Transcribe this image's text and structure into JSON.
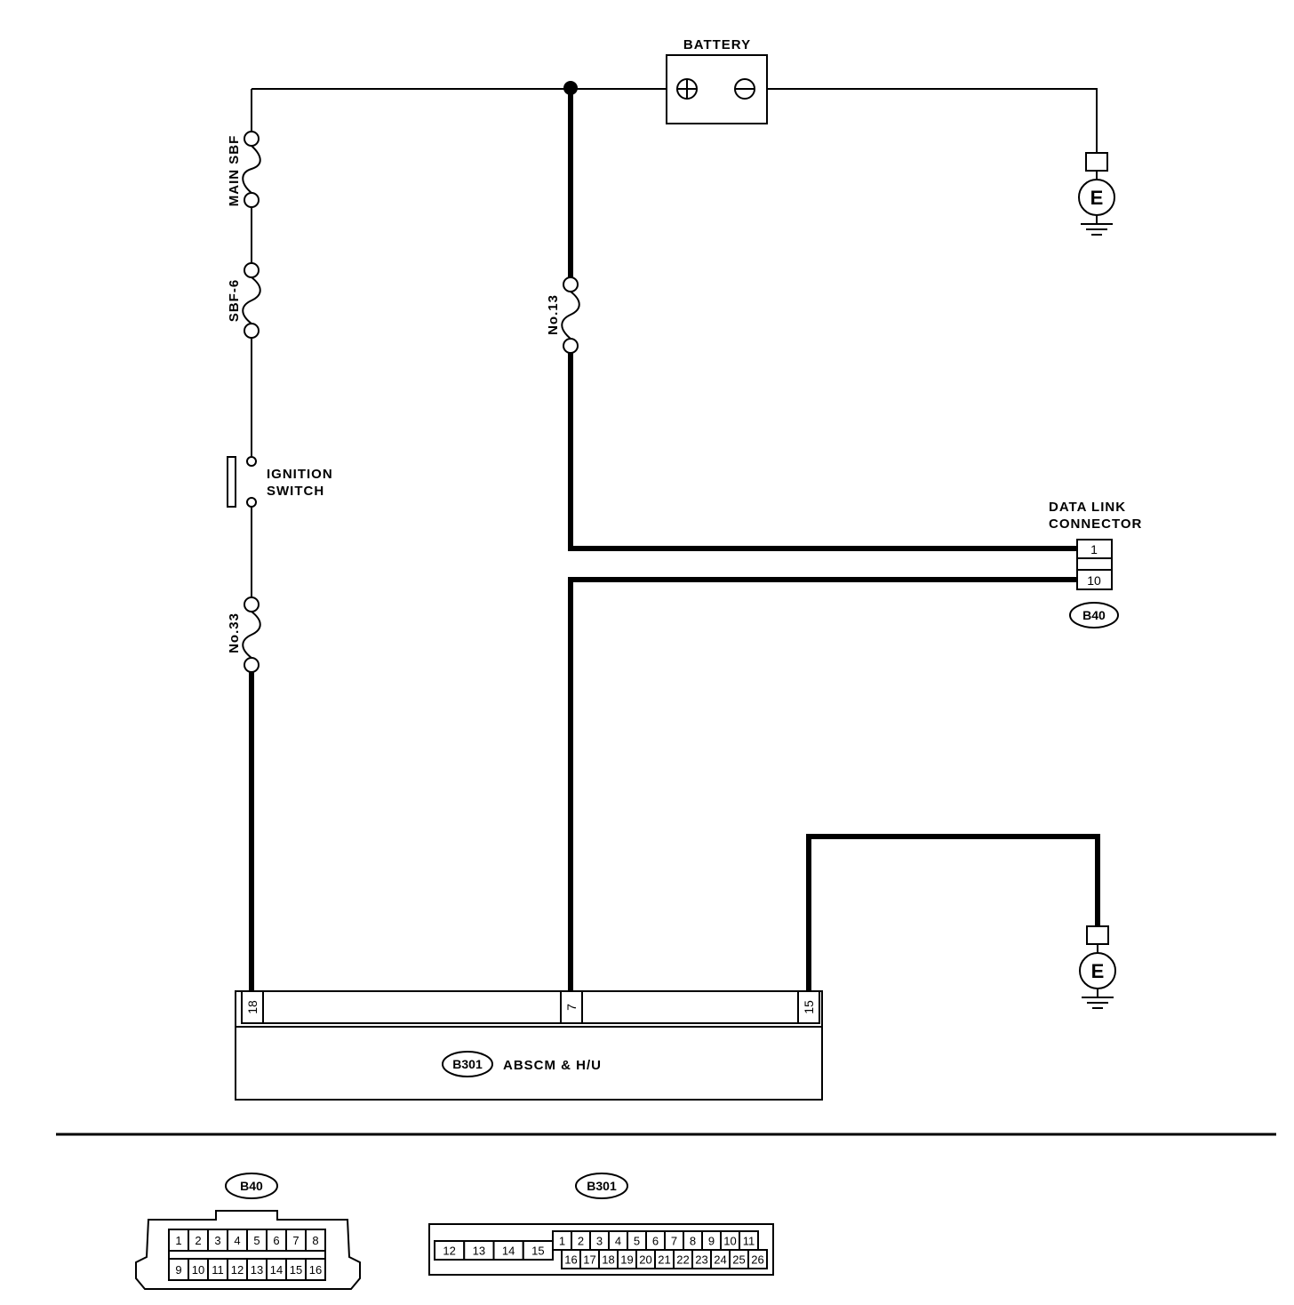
{
  "labels": {
    "battery": "BATTERY",
    "main_sbf": "MAIN SBF",
    "sbf6": "SBF-6",
    "no13": "No.13",
    "no33": "No.33",
    "ignition_line1": "IGNITION",
    "ignition_line2": "SWITCH",
    "dlc_line1": "DATA LINK",
    "dlc_line2": "CONNECTOR",
    "abscm": "ABSCM & H/U",
    "ground": "E"
  },
  "connectors": {
    "b40": "B40",
    "b301": "B301"
  },
  "dlc_pins": [
    "1",
    "10"
  ],
  "abscm_pins": [
    "18",
    "7",
    "15"
  ],
  "b40_face": {
    "top_row": [
      "1",
      "2",
      "3",
      "4",
      "5",
      "6",
      "7",
      "8"
    ],
    "bottom_row": [
      "9",
      "10",
      "11",
      "12",
      "13",
      "14",
      "15",
      "16"
    ]
  },
  "b301_face": {
    "left_block": [
      "12",
      "13",
      "14",
      "15"
    ],
    "top_row": [
      "1",
      "2",
      "3",
      "4",
      "5",
      "6",
      "7",
      "8",
      "9",
      "10",
      "11"
    ],
    "bottom_row": [
      "16",
      "17",
      "18",
      "19",
      "20",
      "21",
      "22",
      "23",
      "24",
      "25",
      "26"
    ]
  }
}
